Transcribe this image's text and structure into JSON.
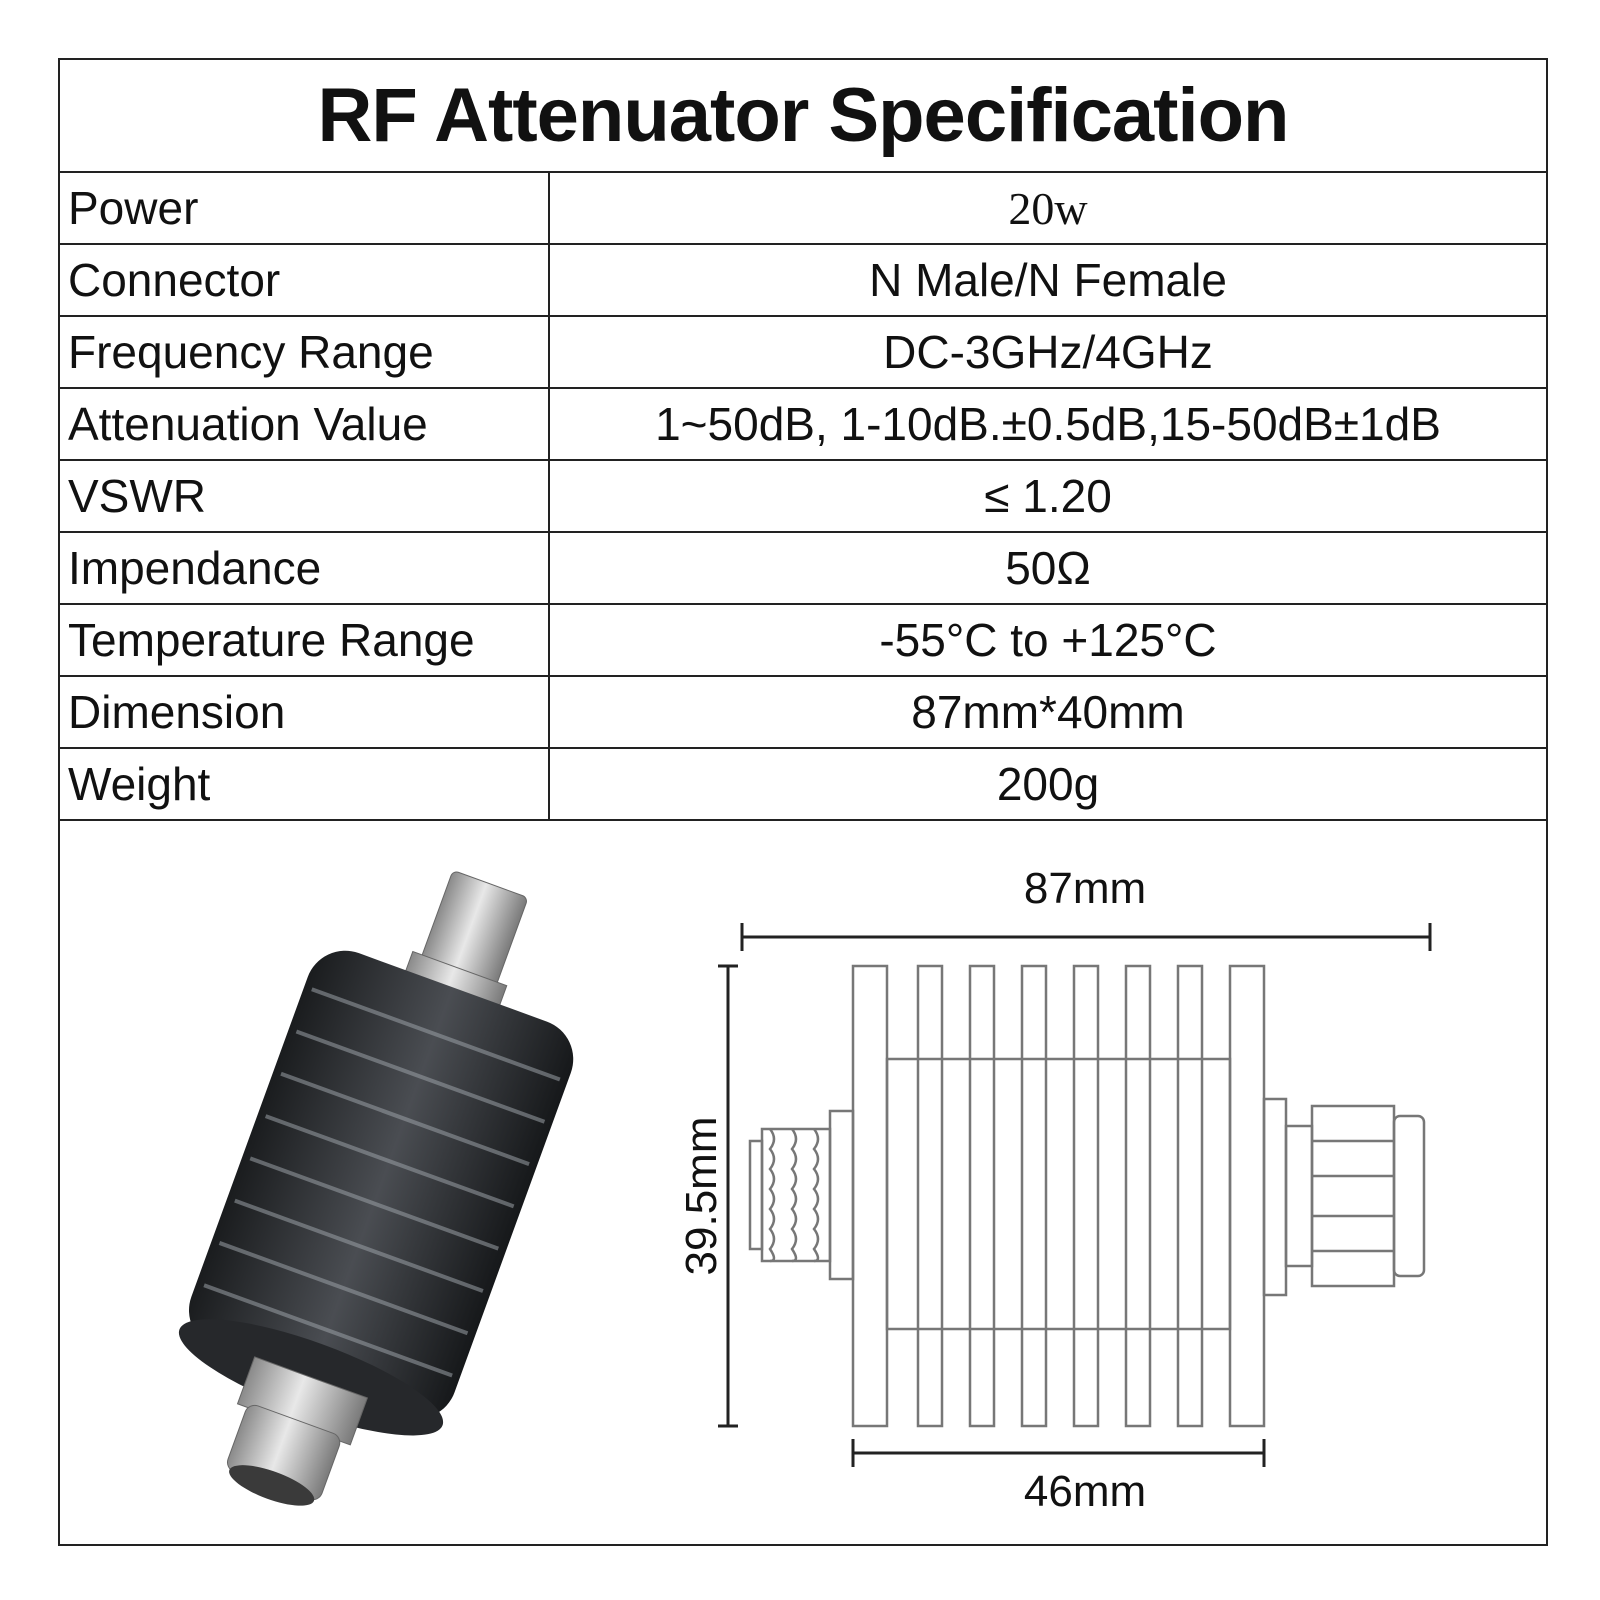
{
  "title": "RF Attenuator Specification",
  "specs": [
    {
      "label": "Power",
      "value": "20w"
    },
    {
      "label": "Connector",
      "value": "N Male/N Female"
    },
    {
      "label": "Frequency Range",
      "value": "DC-3GHz/4GHz"
    },
    {
      "label": "Attenuation Value",
      "value": "1~50dB, 1-10dB.±0.5dB,15-50dB±1dB"
    },
    {
      "label": "VSWR",
      "value": "≤ 1.20"
    },
    {
      "label": "Impendance",
      "value": "50Ω"
    },
    {
      "label": "Temperature Range",
      "value": "-55°C to +125°C"
    },
    {
      "label": "Dimension",
      "value": "87mm*40mm"
    },
    {
      "label": "Weight",
      "value": "200g"
    }
  ],
  "drawing": {
    "length_label": "87mm",
    "height_label": "39.5mm",
    "body_label": "46mm"
  }
}
